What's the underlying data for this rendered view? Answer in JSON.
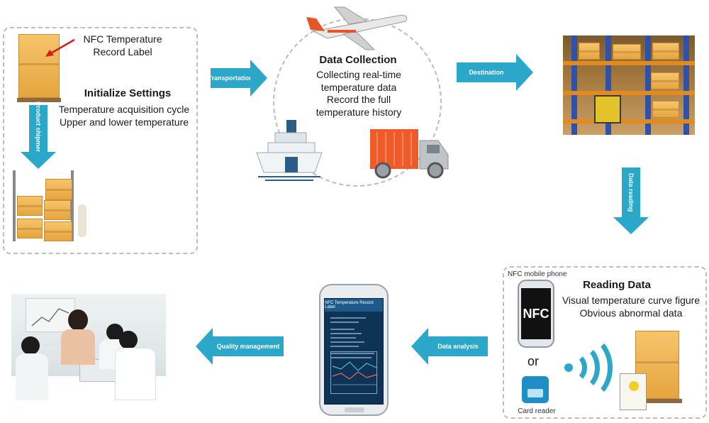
{
  "step1": {
    "label_title": "NFC Temperature",
    "label_title2": "Record Label",
    "heading": "Initialize Settings",
    "line1": "Temperature acquisition cycle",
    "line2": "Upper and lower temperature",
    "shipment": "Product shipment"
  },
  "arrows": {
    "transportation": "Transportation",
    "destination": "Destination",
    "data_reading": "Data reading",
    "data_analysis": "Data analysis",
    "quality_management": "Quality management"
  },
  "step2": {
    "heading": "Data Collection",
    "line1": "Collecting real-time",
    "line2": "temperature data",
    "line3": "Record the full",
    "line4": "temperature history"
  },
  "step4": {
    "phone_label": "NFC mobile phone",
    "phone_screen": "NFC",
    "heading": "Reading Data",
    "line1": "Visual temperature curve figure",
    "line2": "Obvious abnormal data",
    "or": "or",
    "card_reader": "Card reader"
  },
  "app_screen": {
    "title": "NFC Temperature Record Label"
  },
  "colors": {
    "accent": "#2aa7c9",
    "dash": "#bdbdbd"
  }
}
